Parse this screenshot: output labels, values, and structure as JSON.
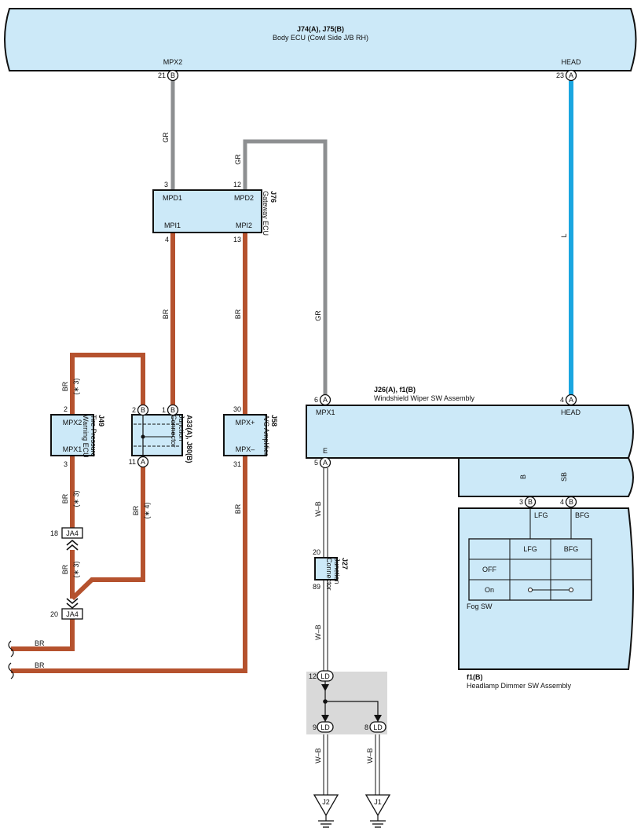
{
  "body_ecu": {
    "code": "J74(A), J75(B)",
    "name": "Body ECU (Cowl Side J/B RH)",
    "mpx2_label": "MPX2",
    "mpx2_pin": "21",
    "mpx2_conn": "B",
    "head_label": "HEAD",
    "head_pin": "23",
    "head_conn": "A"
  },
  "gateway": {
    "code": "J76",
    "name": "Gateway ECU",
    "mpd1": "MPD1",
    "mpd2": "MPD2",
    "mpi1": "MPI1",
    "mpi2": "MPI2",
    "pin_mpd1": "3",
    "pin_mpd2": "12",
    "pin_mpi1": "4",
    "pin_mpi2": "13"
  },
  "tpw": {
    "code": "J49",
    "name1": "Tire Pressure",
    "name2": "Warning ECU",
    "mpx2": "MPX2",
    "mpx1": "MPX1",
    "pin_mpx2": "2",
    "pin_mpx1": "3"
  },
  "jc1": {
    "code": "A33(A), J80(B)",
    "name1": "Junction",
    "name2": "Connector",
    "pin2": "2",
    "pin2_conn": "B",
    "pin1": "1",
    "pin1_conn": "B",
    "pin11": "11",
    "pin11_conn": "A"
  },
  "ac": {
    "code": "J58",
    "name": "A/C Amplifier",
    "mpxp": "MPX+",
    "mpxm": "MPX–",
    "pin_p": "30",
    "pin_m": "31"
  },
  "wiper": {
    "code": "J26(A), f1(B)",
    "name": "Windshield Wiper SW Assembly",
    "mpx1": "MPX1",
    "head": "HEAD",
    "e": "E",
    "pin_mpx1": "6",
    "pin_mpx1_conn": "A",
    "pin_head": "4",
    "pin_head_conn": "A",
    "pin_e": "5",
    "pin_e_conn": "A",
    "pin_b": "3",
    "pin_b_conn": "B",
    "pin_sb": "4",
    "pin_sb_conn": "B"
  },
  "fog": {
    "lfg": "LFG",
    "bfg": "BFG",
    "col1": "LFG",
    "col2": "BFG",
    "row_off": "OFF",
    "row_on": "On",
    "name": "Fog SW"
  },
  "dimmer": {
    "code": "f1(B)",
    "name": "Headlamp Dimmer SW Assembly"
  },
  "jc27": {
    "code": "J27",
    "name1": "Junction",
    "name2": "Connector",
    "pin_top": "20",
    "pin_bot": "89"
  },
  "ja4_top": {
    "label": "JA4",
    "pin": "18"
  },
  "ja4_bot": {
    "label": "JA4",
    "pin": "20"
  },
  "ld": {
    "label": "LD",
    "pin_top": "12",
    "pin_bl": "9",
    "pin_br": "8"
  },
  "grounds": {
    "j2": "J2",
    "j1": "J1"
  },
  "wires": {
    "gr": "GR",
    "br": "BR",
    "l": "L",
    "wb": "W–B",
    "b": "B",
    "sb": "SB",
    "note3": "(∗ 3)",
    "note4": "(∗ 4)"
  },
  "colors": {
    "panel": "#cce9f8",
    "gr": "#8d8f91",
    "br": "#b5522e",
    "l": "#1aa6e0",
    "sb": "#8fd3f3",
    "b": "#111111"
  }
}
